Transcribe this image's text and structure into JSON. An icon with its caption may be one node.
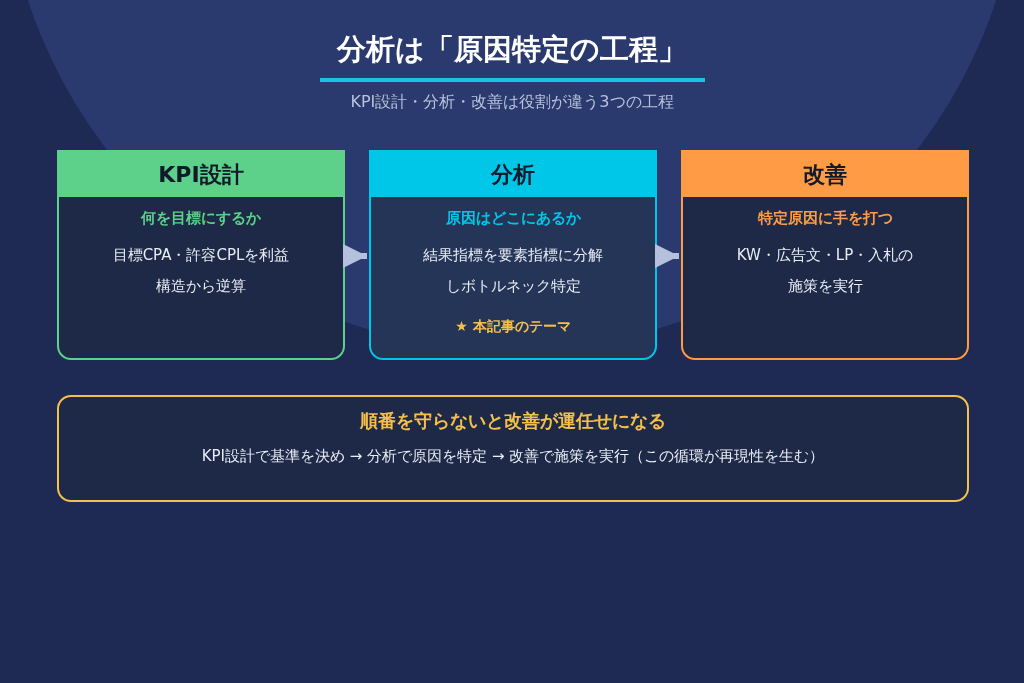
{
  "diagram": {
    "title": "分析は「原因特定の工程」",
    "nodes": [
      {
        "text": [
          "KPI設計",
          "何を目標にするか",
          "目標CPA・許容CPLを利益構造から逆算"
        ]
      },
      {
        "text": [
          "分析",
          "原因はどこにあるか",
          "結果指標を要素指標に分解しボトルネック特定",
          "★ 本記事のテーマ"
        ]
      },
      {
        "text": [
          "改善",
          "特定原因に手を打つ",
          "KW・広告文・LP・入札の施策を実行"
        ]
      },
      {
        "text": [
          "順番を守らないと改善が運任せになる",
          "KPI設計で基準を決め → 分析で原因を特定 → 改善で施策を実行（この循環が再現性を生む）"
        ]
      }
    ],
    "edges": [
      {
        "from": 0,
        "to": 1,
        "arrow": "to"
      },
      {
        "from": 1,
        "to": 2,
        "arrow": "to"
      }
    ],
    "labels": [
      "KPI設計・分析・改善は役割が違う3つの工程"
    ]
  }
}
